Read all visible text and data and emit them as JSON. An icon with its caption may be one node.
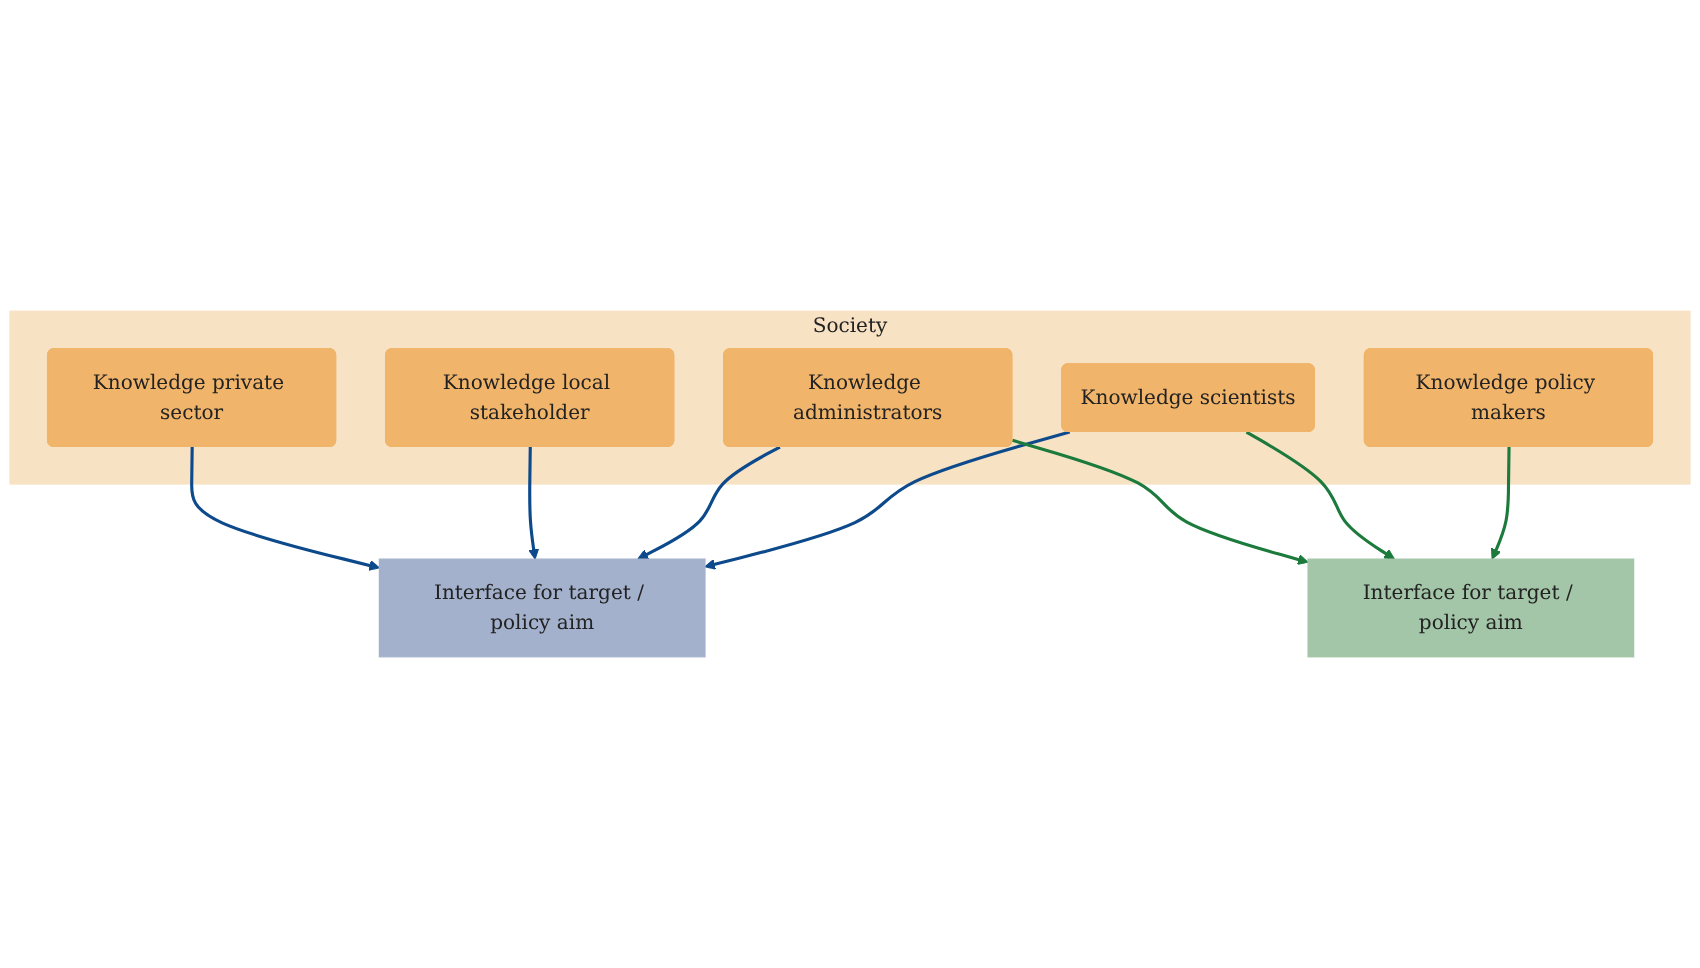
{
  "diagram": {
    "nodes": [
      {
        "text": [
          "Society"
        ]
      },
      {
        "text": [
          "Knowledge private sector"
        ],
        "in": 0
      },
      {
        "text": [
          "Knowledge policy makers"
        ],
        "in": 0
      },
      {
        "text": [
          "Knowledge administrators"
        ],
        "in": 0
      },
      {
        "text": [
          "Knowledge local stakeholder"
        ],
        "in": 0
      },
      {
        "text": [
          "Knowledge scientists"
        ],
        "in": 0
      },
      {
        "text": [
          "Interface for target / policy aim"
        ]
      },
      {
        "text": [
          "Interface for target / policy aim"
        ]
      }
    ],
    "edges": [
      {
        "from": 1,
        "to": 6,
        "arrow": "to"
      },
      {
        "from": 4,
        "to": 6,
        "arrow": "to"
      },
      {
        "from": 3,
        "to": 6,
        "arrow": "to"
      },
      {
        "from": 5,
        "to": 6,
        "arrow": "to"
      },
      {
        "from": 3,
        "to": 7,
        "arrow": "to",
        "color": "#1b7a3c"
      },
      {
        "from": 5,
        "to": 7,
        "arrow": "to",
        "color": "#1b7a3c"
      },
      {
        "from": 2,
        "to": 7,
        "arrow": "to",
        "color": "#1b7a3c"
      }
    ]
  }
}
